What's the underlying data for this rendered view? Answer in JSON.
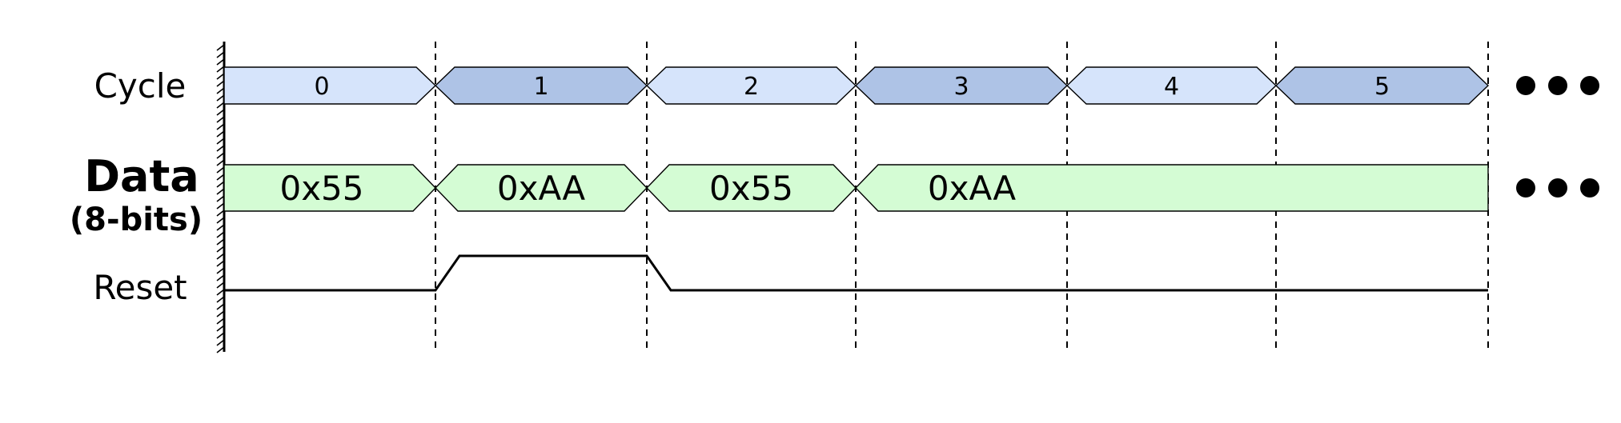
{
  "signals": {
    "cycle": {
      "label": "Cycle"
    },
    "data": {
      "label": "Data",
      "sublabel": "(8-bits)"
    },
    "reset": {
      "label": "Reset"
    }
  },
  "cycle_values": [
    "0",
    "1",
    "2",
    "3",
    "4",
    "5"
  ],
  "data_values": [
    "0x55",
    "0xAA",
    "0x55",
    "0xAA"
  ],
  "reset_high_cycles": [
    1
  ],
  "continuation": {
    "glyph": "●●●"
  },
  "colors": {
    "cycle_light": "#d6e4fb",
    "cycle_dark": "#aec3e6",
    "data_fill": "#d4fcd4",
    "line": "#000000"
  }
}
